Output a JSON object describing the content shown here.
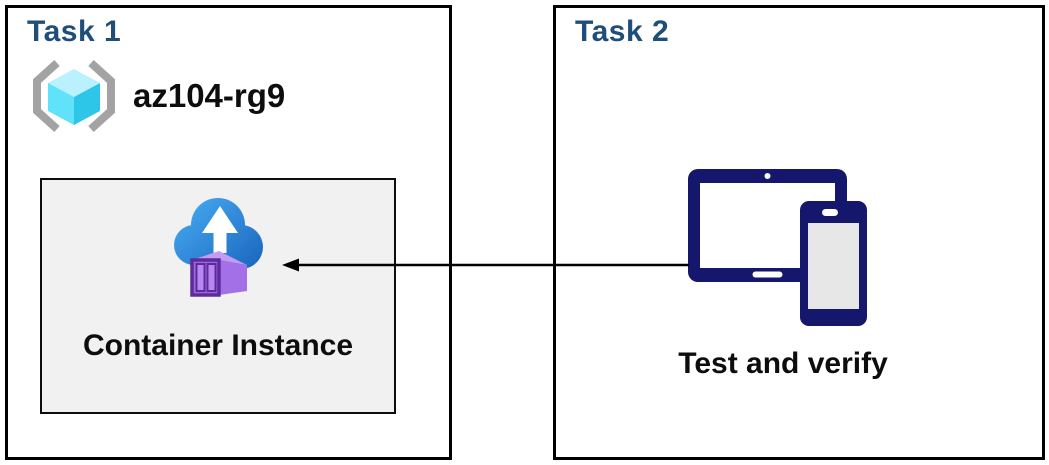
{
  "diagram": {
    "task1": {
      "title": "Task 1",
      "resource_group": {
        "name": "az104-rg9",
        "icon": "resource-group-icon"
      },
      "container_box": {
        "label": "Container Instance",
        "icon": "container-instance-icon"
      }
    },
    "task2": {
      "title": "Task 2",
      "devices": {
        "label": "Test and verify",
        "icon": "devices-icon"
      }
    },
    "arrow": {
      "from": "task2-devices",
      "to": "task1-container-instance",
      "direction": "left"
    }
  },
  "colors": {
    "task-title": "#1F4E79",
    "ink": "#0d0d0d",
    "box-border": "#000000",
    "inner-box-bg": "#F1F1F1",
    "bracket-gray": "#A3A3A3",
    "cube-top": "#B9F1FF",
    "cube-left": "#5FE2FA",
    "cube-right": "#2EC6E8",
    "cloud-blue-1": "#44A7EF",
    "cloud-blue-2": "#1B66BE",
    "container-front": "#9E66DF",
    "container-panel": "#B887F2",
    "container-side": "#A470E8",
    "container-top": "#C39BF4",
    "container-outline": "#5E2C9A",
    "device-navy": "#14176B",
    "phone-screen": "#E7E7E7",
    "arrow-black": "#000000"
  }
}
